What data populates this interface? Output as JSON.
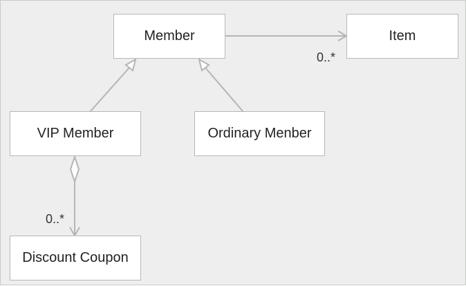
{
  "classes": {
    "member": "Member",
    "item": "Item",
    "vip_member": "VIP Member",
    "ordinary_member": "Ordinary Menber",
    "discount_coupon": "Discount Coupon"
  },
  "relations": {
    "member_to_item": {
      "kind": "directed-association",
      "source": "Member",
      "target": "Item",
      "multiplicity": "0..*"
    },
    "vip_inherits_member": {
      "kind": "generalization",
      "source": "VIP Member",
      "target": "Member"
    },
    "ordinary_inherits_member": {
      "kind": "generalization",
      "source": "Ordinary Menber",
      "target": "Member"
    },
    "vip_has_coupon": {
      "kind": "aggregation",
      "source": "VIP Member",
      "target": "Discount Coupon",
      "multiplicity": "0..*"
    }
  },
  "colors": {
    "background": "#edeeed",
    "box_fill": "#ffffff",
    "box_border": "#b5b8b5",
    "line": "#b3b6b3",
    "text": "#222222"
  }
}
